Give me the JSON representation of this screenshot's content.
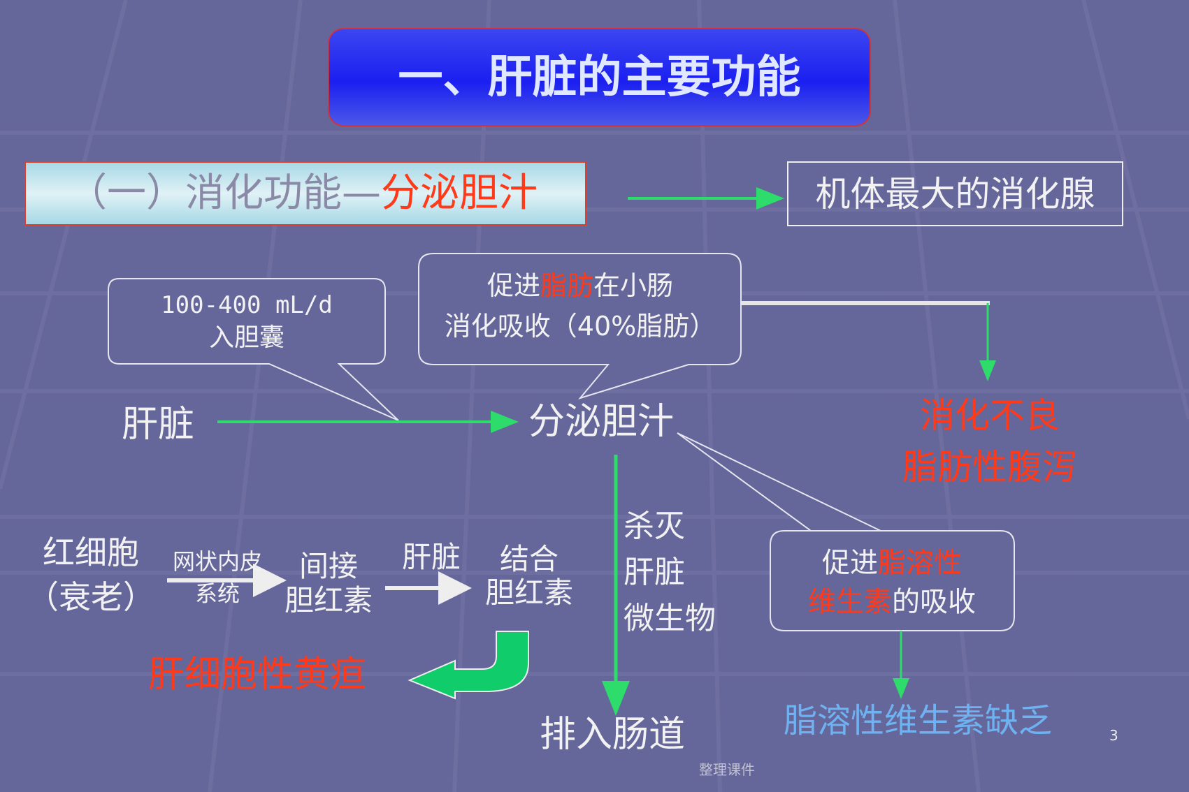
{
  "title": "一、肝脏的主要功能",
  "subtitle": {
    "prefix": "（一）消化功能—",
    "highlight": "分泌胆汁"
  },
  "largest_gland": "机体最大的消化腺",
  "callout_volume": {
    "line1": "100-400 mL/d",
    "line2": "入胆囊"
  },
  "callout_fat": {
    "pre": "促进",
    "hl": "脂肪",
    "post": "在小肠",
    "line2": "消化吸收（40%脂肪）"
  },
  "liver": "肝脏",
  "secrete_bile": "分泌胆汁",
  "indigestion": "消化不良",
  "fatty_diarrhea": "脂肪性腹泻",
  "kill": [
    "杀灭",
    "肝脏",
    "微生物"
  ],
  "callout_vitamin": {
    "pre": "促进",
    "hl1": "脂溶性",
    "hl2": "维生素",
    "post": "的吸收"
  },
  "vitamin_deficiency": "脂溶性维生素缺乏",
  "excrete": "排入肠道",
  "watermark": "整理课件",
  "page_number": "3",
  "bilirubin": {
    "rbc1": "红细胞",
    "rbc2": "（衰老）",
    "res1": "网状内皮",
    "res2": "系统",
    "indirect1": "间接",
    "indirect2": "胆红素",
    "liver": "肝脏",
    "direct1": "结合",
    "direct2": "胆红素",
    "jaundice": "肝细胞性黄疸"
  }
}
